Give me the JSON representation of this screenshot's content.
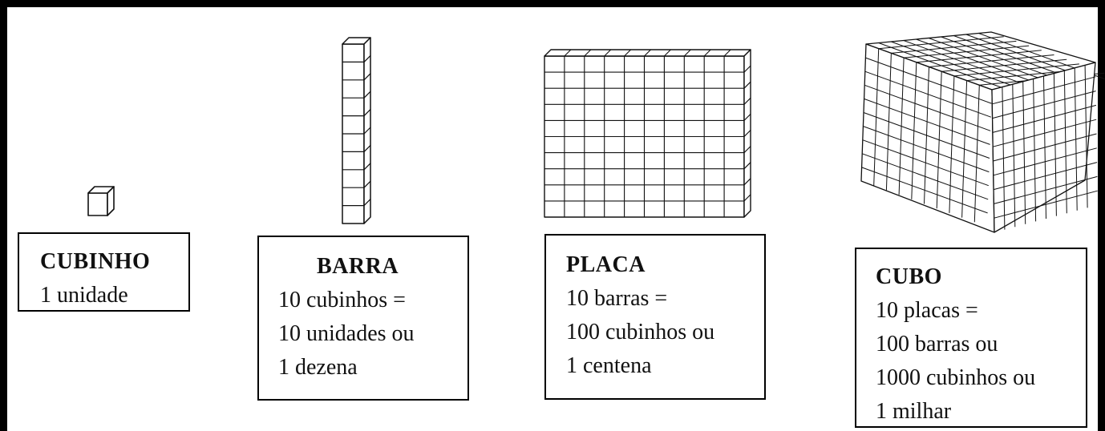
{
  "blocks": [
    {
      "title": "CUBINHO",
      "lines": [
        "1 unidade"
      ]
    },
    {
      "title": "BARRA",
      "lines": [
        "10 cubinhos =",
        "10 unidades ou",
        "1 dezena"
      ]
    },
    {
      "title": "PLACA",
      "lines": [
        "10 barras =",
        "100 cubinhos ou",
        "1 centena"
      ]
    },
    {
      "title": "CUBO",
      "lines": [
        "10 placas =",
        "100 barras ou",
        "1000 cubinhos ou",
        "1 milhar"
      ]
    }
  ],
  "colors": {
    "frame": "#000000",
    "stroke": "#111111",
    "face": "#ffffff"
  }
}
